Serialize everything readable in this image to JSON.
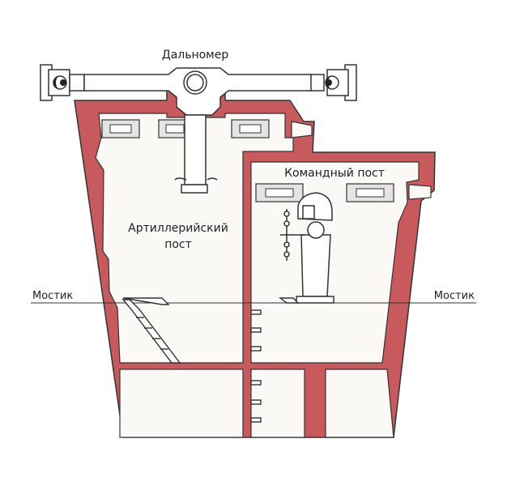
{
  "labels": {
    "rangefinder": "Дальномер",
    "artillery_post": [
      "Артиллерийский",
      "пост"
    ],
    "command_post": "Командный пост",
    "bridge_left": "Мостик",
    "bridge_right": "Мостик"
  },
  "colors": {
    "wall": "#c85a5e",
    "room": "#faf9f6",
    "line": "#333333",
    "window": "#e4e4e4",
    "background": "#ffffff"
  }
}
